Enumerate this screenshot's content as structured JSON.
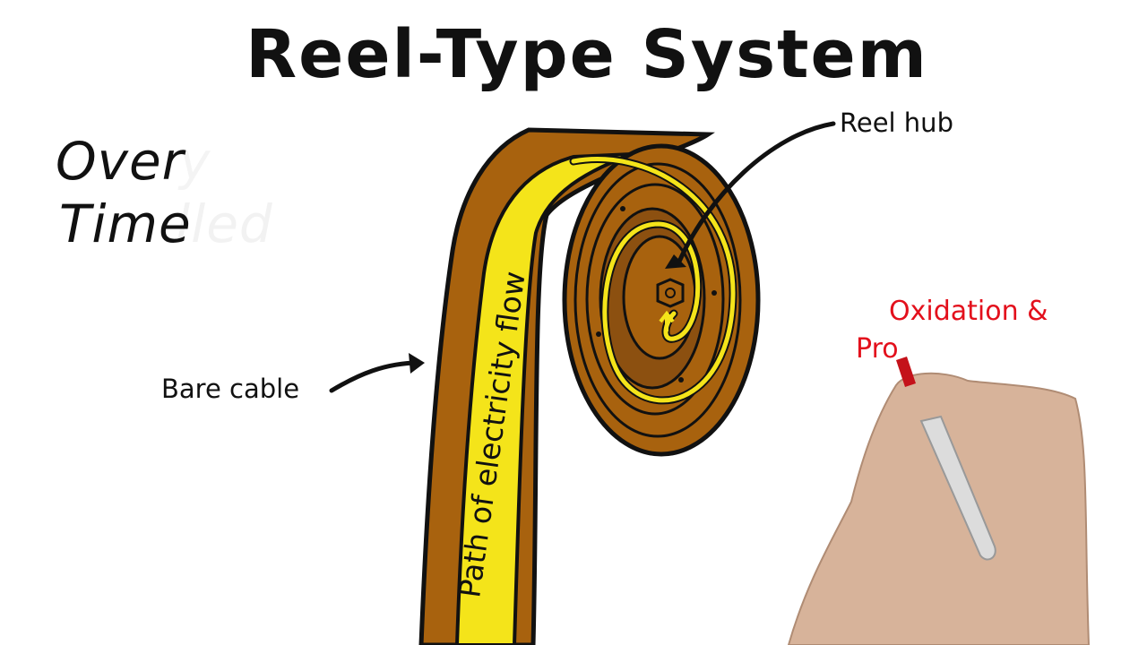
{
  "title": "Reel-Type System",
  "side_text": {
    "line1": "Over",
    "line2": "Time"
  },
  "labels": {
    "reel_hub": "Reel hub",
    "bare_cable": "Bare cable",
    "electricity_path": "Path of electricity flow"
  },
  "handwriting": {
    "line1": "Oxidation &",
    "line2": "Pro"
  },
  "colors": {
    "cable_brown": "#a8620e",
    "conductor_yellow": "#f4e41a",
    "writing_red": "#e3101c",
    "outline": "#111111"
  }
}
